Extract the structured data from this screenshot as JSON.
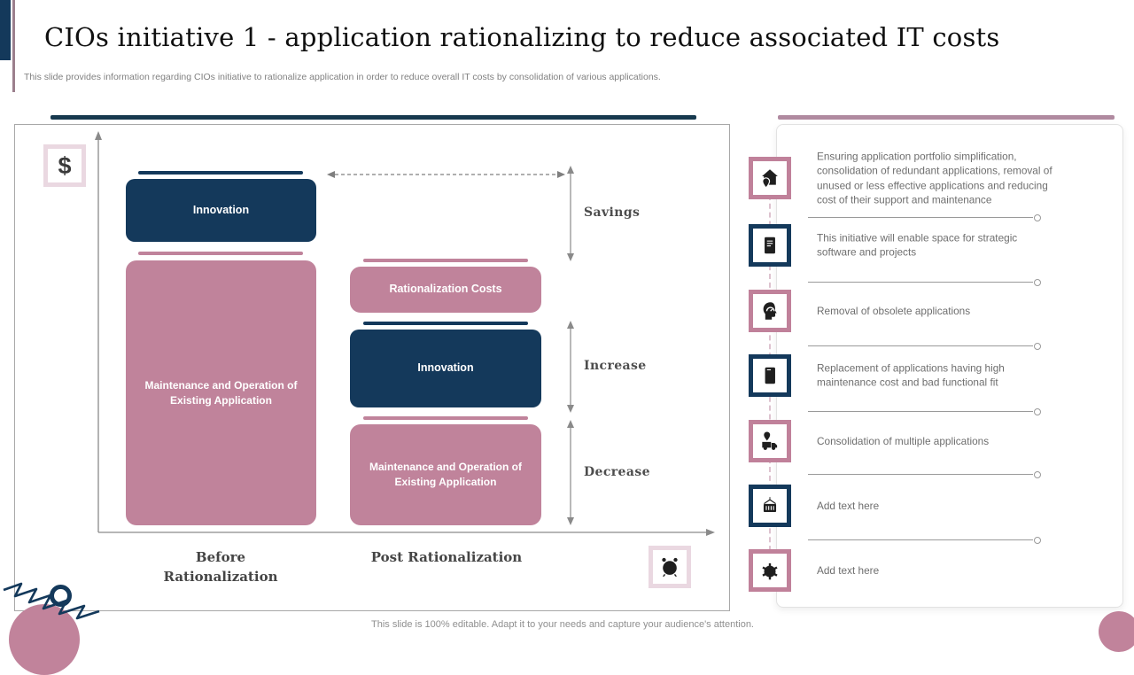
{
  "slide": {
    "title": "CIOs initiative 1 - application rationalizing to reduce associated IT costs",
    "subtitle": "This slide provides information regarding CIOs initiative to rationalize application in order to reduce overall IT costs by consolidation of various applications.",
    "footer": "This slide is 100% editable. Adapt it to your needs and capture your audience's attention."
  },
  "chart": {
    "currency_badge": "$",
    "x_axis_badge_icon": "alarm-clock",
    "columns": [
      {
        "label": "Before Rationalization",
        "boxes": [
          {
            "label": "Innovation",
            "color": "navy"
          },
          {
            "label": "Maintenance and Operation of Existing Application",
            "color": "pink"
          }
        ]
      },
      {
        "label": "Post Rationalization",
        "boxes": [
          {
            "label": "Rationalization Costs",
            "color": "pink"
          },
          {
            "label": "Innovation",
            "color": "navy"
          },
          {
            "label": "Maintenance and Operation of Existing Application",
            "color": "pink"
          }
        ]
      }
    ],
    "annotations": [
      {
        "label": "Savings"
      },
      {
        "label": "Increase"
      },
      {
        "label": "Decrease"
      }
    ]
  },
  "panel": {
    "items": [
      {
        "icon": "home-location",
        "accent": "pink",
        "text": "Ensuring application portfolio simplification, consolidation of redundant applications, removal of unused or less effective applications and reducing cost of their support and maintenance"
      },
      {
        "icon": "report",
        "accent": "navy",
        "text": "This initiative will enable space for strategic software and projects"
      },
      {
        "icon": "mind-gauge",
        "accent": "pink",
        "text": "Removal of obsolete applications"
      },
      {
        "icon": "device-clock",
        "accent": "navy",
        "text": "Replacement of applications having high maintenance cost and bad functional fit"
      },
      {
        "icon": "delivery-pin",
        "accent": "pink",
        "text": "Consolidation of multiple applications"
      },
      {
        "icon": "container-crane",
        "accent": "navy",
        "text": "Add text here"
      },
      {
        "icon": "gear",
        "accent": "pink",
        "text": "Add text here"
      }
    ]
  },
  "colors": {
    "navy": "#14395B",
    "mauve": "#C0839B",
    "accent_line_navy": "#17394E",
    "accent_line_pink": "#B08AA0",
    "light_pink_border": "#EAD8E1",
    "panel_text_gray": "#6E6E6E",
    "label_gray": "#4D4D4D"
  }
}
